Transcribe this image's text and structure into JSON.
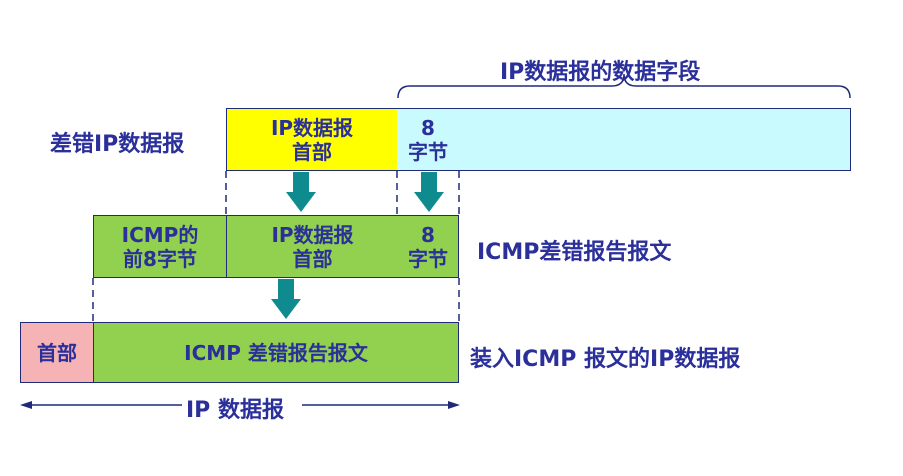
{
  "labels": {
    "data_field": "IP数据报的数据字段",
    "error_ip_datagram": "差错IP数据报",
    "icmp_error_message": "ICMP差错报告报文",
    "ip_with_icmp": "装入ICMP 报文的IP数据报",
    "ip_datagram": "IP 数据报"
  },
  "row1": {
    "ip_header": {
      "line1": "IP数据报",
      "line2": "首部"
    },
    "eight_bytes": {
      "line1": "8",
      "line2": "字节"
    }
  },
  "row2": {
    "icmp_first8": {
      "line1": "ICMP的",
      "line2": "前8字节"
    },
    "ip_header": {
      "line1": "IP数据报",
      "line2": "首部"
    },
    "eight_bytes": {
      "line1": "8",
      "line2": "字节"
    }
  },
  "row3": {
    "header": "首部",
    "icmp_body": "ICMP 差错报告报文"
  },
  "colors": {
    "yellow": "#ffff00",
    "cyan": "#c9fafd",
    "green": "#92d050",
    "pink": "#f5b3b6",
    "arrow": "#0f8a8e",
    "text": "#2a2f9a"
  }
}
